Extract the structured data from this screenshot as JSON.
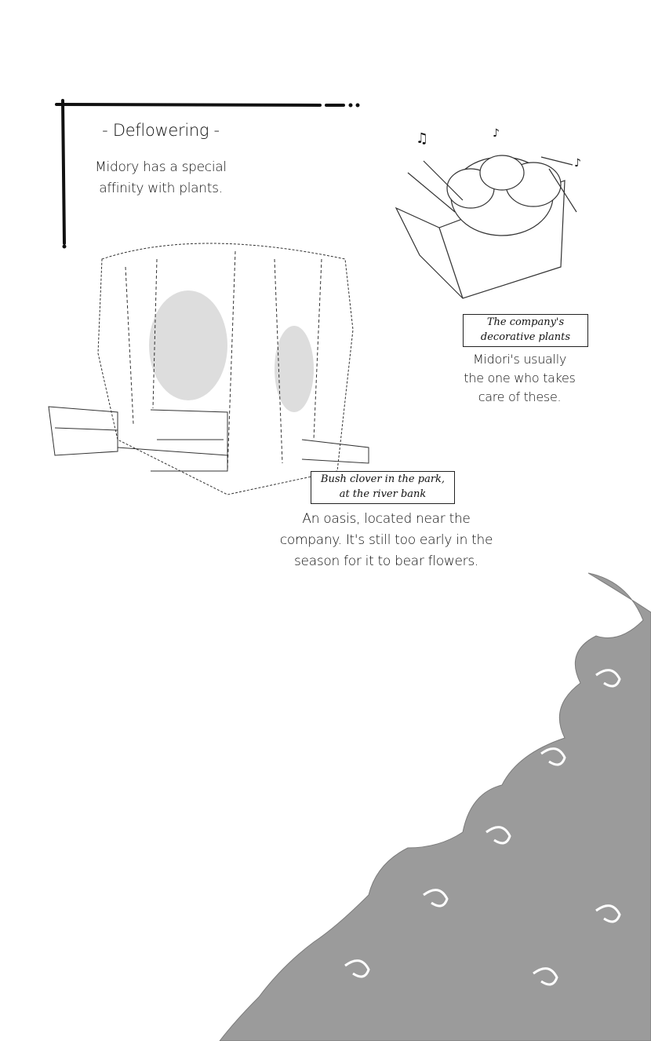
{
  "intro": {
    "title": "- Deflowering -",
    "text": "Midory has a special affinity with plants."
  },
  "plants_caption": {
    "label_line1": "The company's",
    "label_line2": "decorative plants",
    "text": "Midori's usually the one who takes care of these."
  },
  "bush_caption": {
    "label_line1": "Bush clover in the park,",
    "label_line2": "at the river bank",
    "text": "An oasis, located near the company. It's still too early in the season for it to bear flowers."
  }
}
